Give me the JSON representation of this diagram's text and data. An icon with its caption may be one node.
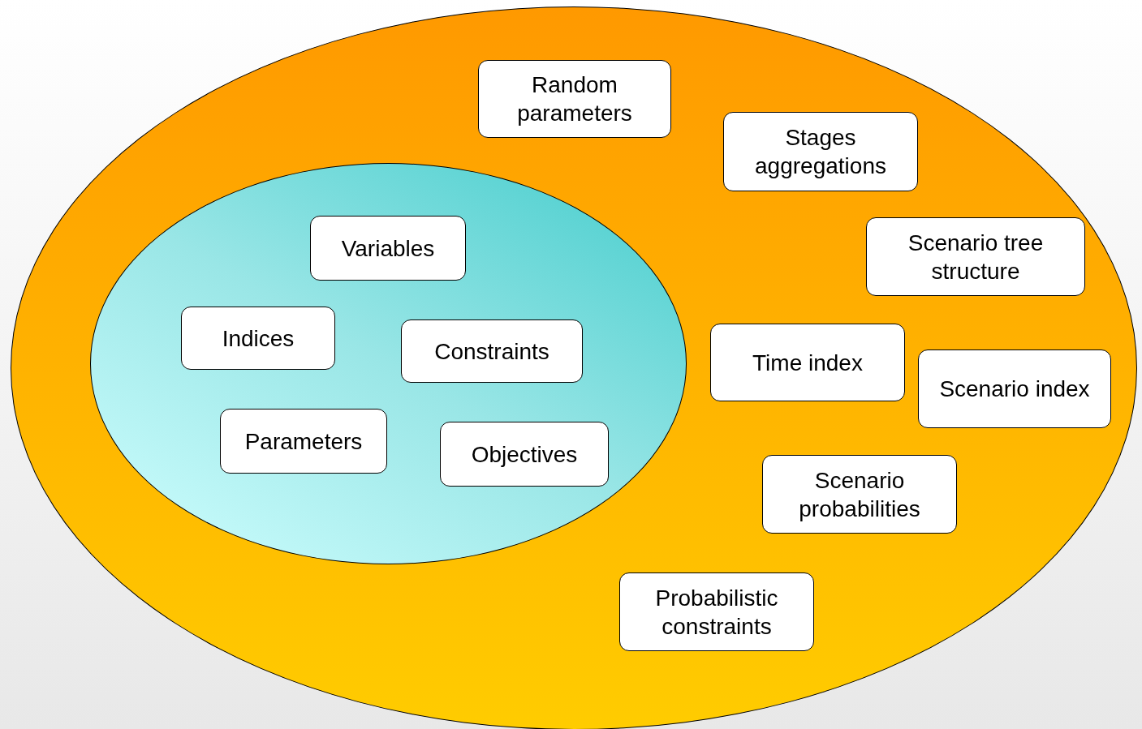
{
  "diagram": {
    "nodes": [
      {
        "text": [],
        "shape": "ellipse"
      },
      {
        "text": [],
        "shape": "ellipse",
        "in": 0
      },
      {
        "text": [
          "Random parameters"
        ],
        "in": 0
      },
      {
        "text": [
          "Stages aggregations"
        ],
        "in": 0
      },
      {
        "text": [
          "Variables"
        ],
        "in": 1
      },
      {
        "text": [
          "Scenario tree structure"
        ],
        "in": 0
      },
      {
        "text": [
          "Indices"
        ],
        "in": 1
      },
      {
        "text": [
          "Constraints"
        ],
        "in": 1
      },
      {
        "text": [
          "Time index"
        ],
        "in": 0
      },
      {
        "text": [
          "Scenario index"
        ],
        "in": 0
      },
      {
        "text": [
          "Parameters"
        ],
        "in": 1
      },
      {
        "text": [
          "Objectives"
        ],
        "in": 1
      },
      {
        "text": [
          "Scenario probabilities"
        ],
        "in": 0
      },
      {
        "text": [
          "Probabilistic constraints"
        ],
        "in": 0
      }
    ]
  }
}
